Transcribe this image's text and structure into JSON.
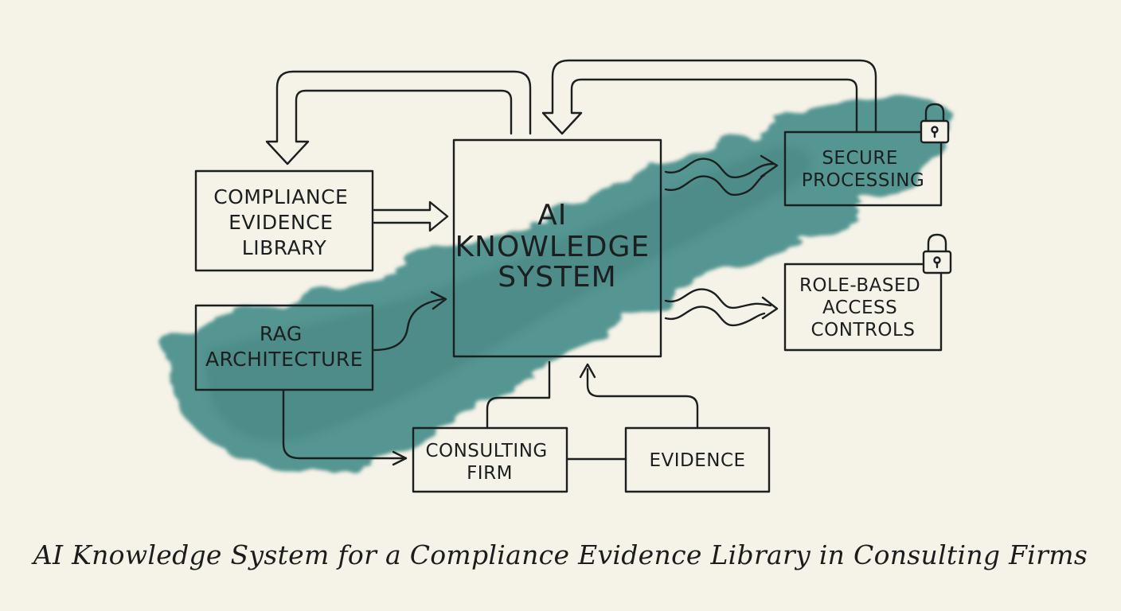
{
  "colors": {
    "background": "#f5f2e7",
    "ink": "#1c1f1f",
    "watercolor": "#2f7a78"
  },
  "nodes": {
    "compliance_library": {
      "lines": [
        "COMPLIANCE",
        "EVIDENCE",
        "LIBRARY"
      ]
    },
    "ai_system": {
      "lines": [
        "AI",
        "KNOWLEDGE",
        "SYSTEM"
      ]
    },
    "rag": {
      "lines": [
        "RAG",
        "ARCHITECTURE"
      ]
    },
    "secure_processing": {
      "lines": [
        "SECURE",
        "PROCESSING"
      ],
      "icon": "lock-icon"
    },
    "access_controls": {
      "lines": [
        "ROLE-BASED",
        "ACCESS",
        "CONTROLS"
      ],
      "icon": "lock-icon"
    },
    "consulting_firm": {
      "lines": [
        "CONSULTING",
        "FIRM"
      ]
    },
    "evidence": {
      "lines": [
        "EVIDENCE"
      ]
    }
  },
  "caption": "AI Knowledge System for a Compliance Evidence Library in Consulting Firms"
}
